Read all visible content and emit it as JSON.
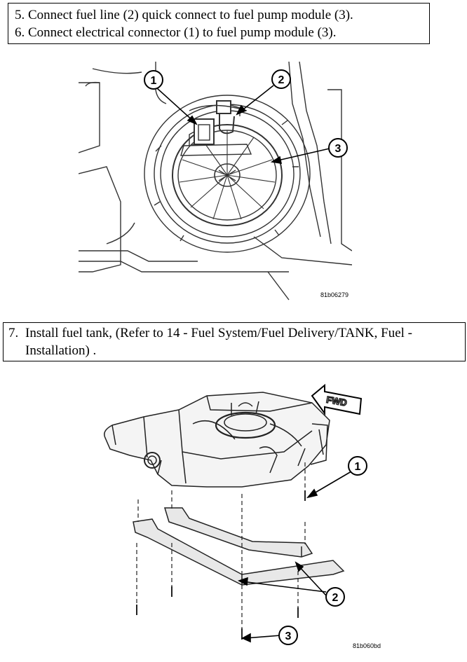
{
  "steps_top": [
    {
      "num": "5.",
      "text": "Connect fuel line (2) quick connect to fuel pump module (3)."
    },
    {
      "num": "6.",
      "text": "Connect electrical connector (1) to fuel pump module (3)."
    }
  ],
  "figure1": {
    "callouts": [
      "1",
      "2",
      "3"
    ],
    "code": "81b06279"
  },
  "steps_bottom": [
    {
      "num": "7.",
      "text": "Install fuel tank, (Refer to 14 - Fuel System/Fuel Delivery/TANK, Fuel - Installation) ."
    }
  ],
  "figure2": {
    "arrow_label": "FWD",
    "callouts": [
      "1",
      "2",
      "3"
    ],
    "code": "81b060bd"
  }
}
